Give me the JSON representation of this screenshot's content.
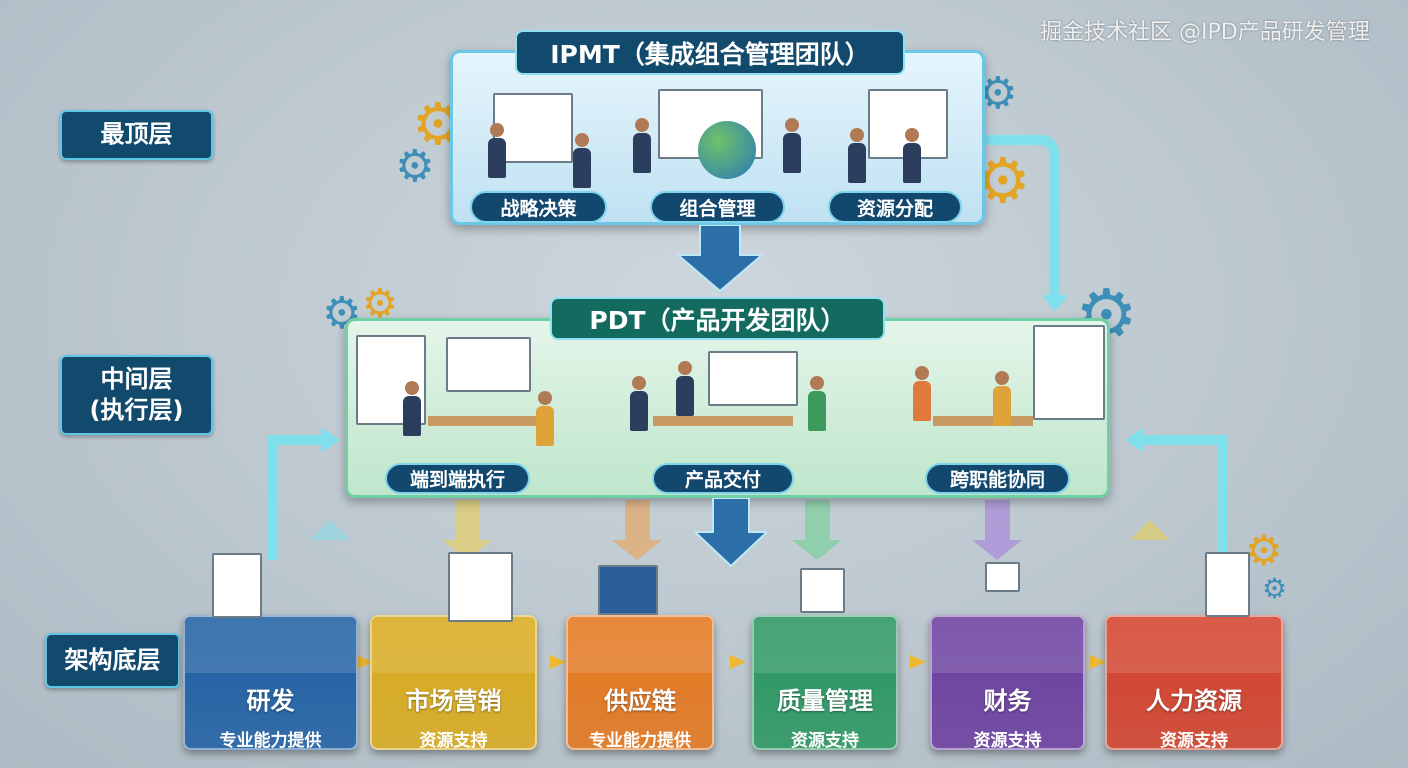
{
  "layers": {
    "top": "最顶层",
    "middle": "中间层\n(执行层)",
    "bottom": "架构底层"
  },
  "ipmt": {
    "title": "IPMT（集成组合管理团队）",
    "functions": [
      "战略决策",
      "组合管理",
      "资源分配"
    ]
  },
  "pdt": {
    "title": "PDT（产品开发团队）",
    "functions": [
      "端到端执行",
      "产品交付",
      "跨职能协同"
    ]
  },
  "departments": [
    {
      "name": "研发",
      "role": "专业能力提供",
      "color": "#1f5fa3"
    },
    {
      "name": "市场营销",
      "role": "资源支持",
      "color": "#d9aa1c"
    },
    {
      "name": "供应链",
      "role": "专业能力提供",
      "color": "#e4761c"
    },
    {
      "name": "质量管理",
      "role": "资源支持",
      "color": "#2a9660"
    },
    {
      "name": "财务",
      "role": "资源支持",
      "color": "#6a3e9e"
    },
    {
      "name": "人力资源",
      "role": "资源支持",
      "color": "#d3402a"
    }
  ],
  "watermark": "掘金技术社区 @IPD产品研发管理",
  "colors": {
    "label_bg": "#124a6e",
    "accent": "#5fc6e6",
    "ipmt_panel": "#d8eef8",
    "pdt_panel": "#d9f0dc"
  },
  "icons": [
    "gear-icon",
    "arrow-down-icon",
    "whiteboard-icon",
    "person-icon",
    "globe-icon"
  ]
}
